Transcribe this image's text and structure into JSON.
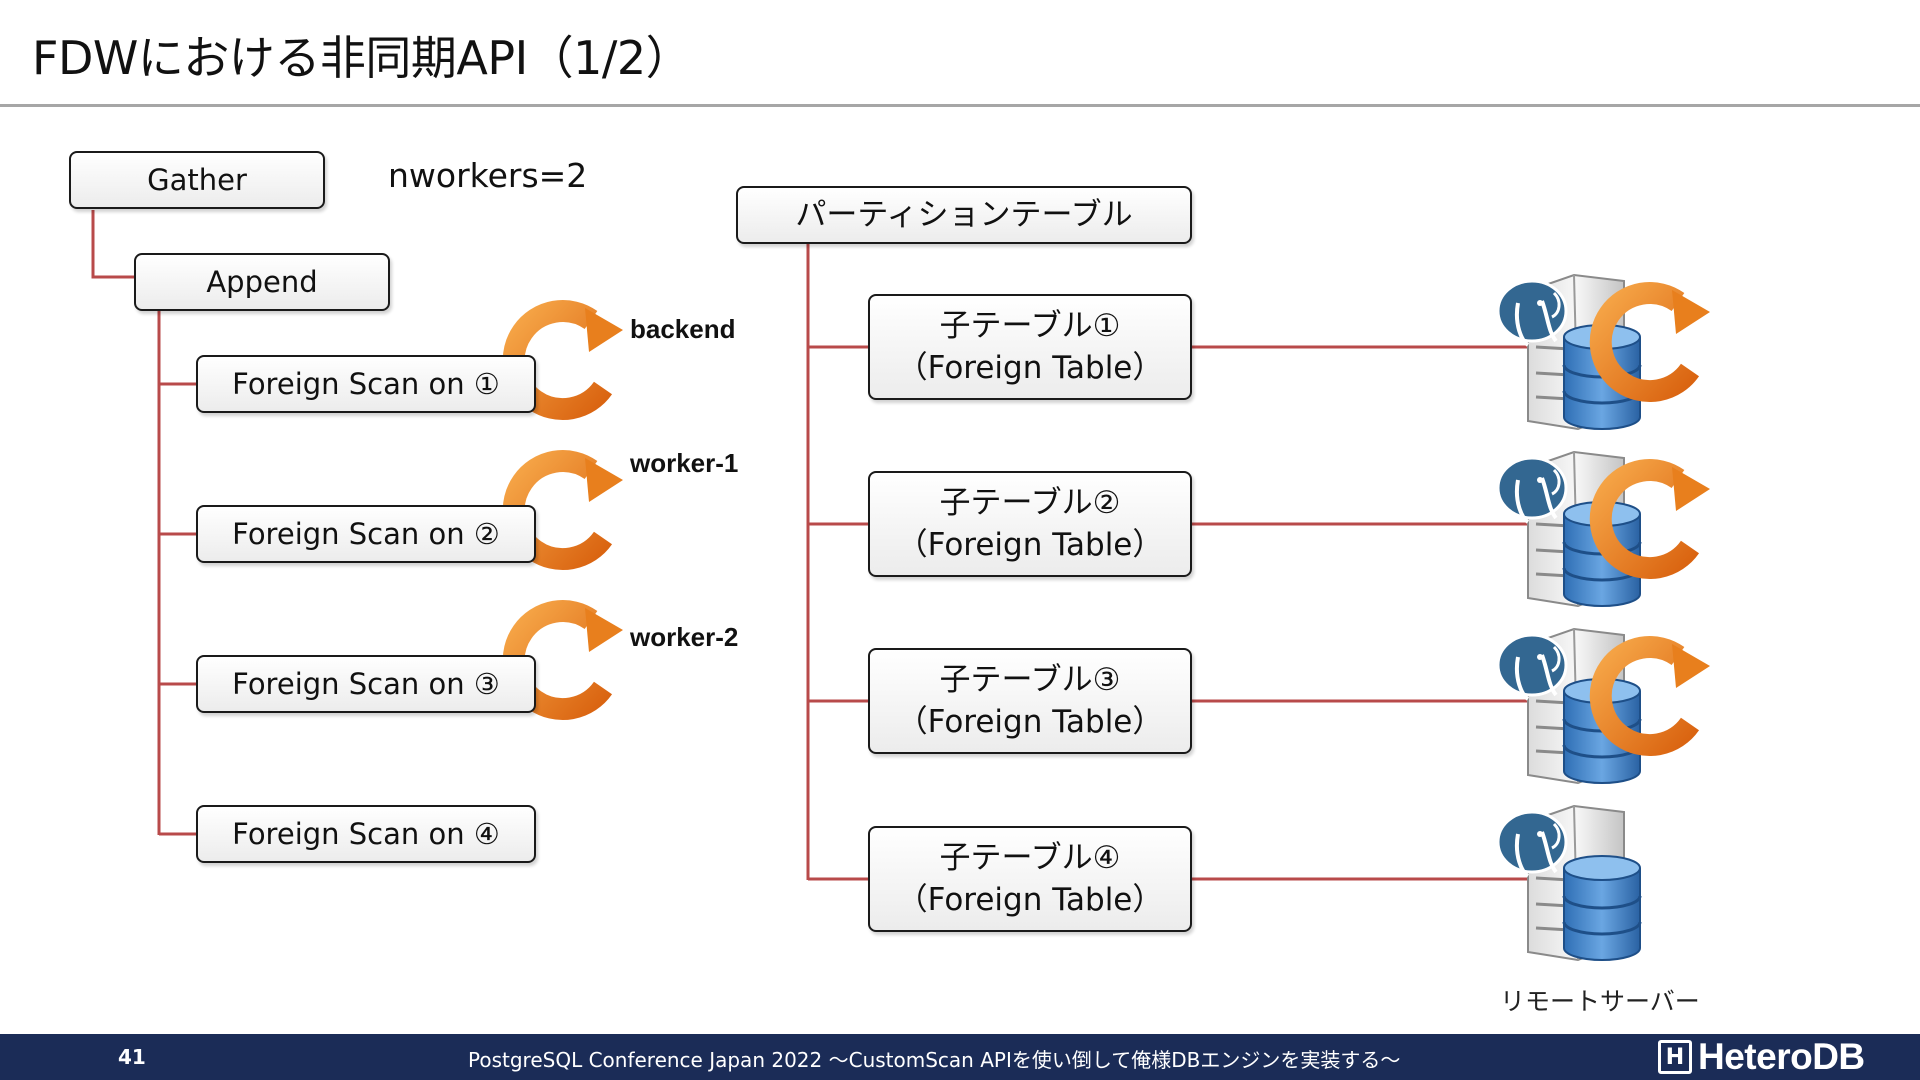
{
  "title": "FDWにおける非同期API（1/2）",
  "plan": {
    "gather": "Gather",
    "nworkers": "nworkers=2",
    "append": "Append",
    "scans": [
      "Foreign Scan on ①",
      "Foreign Scan on ②",
      "Foreign Scan on ③",
      "Foreign Scan on ④"
    ],
    "processes": [
      "backend",
      "worker-1",
      "worker-2"
    ]
  },
  "partition": {
    "parent": "パーティションテーブル",
    "children": [
      {
        "name": "子テーブル①",
        "type": "（Foreign Table）"
      },
      {
        "name": "子テーブル②",
        "type": "（Foreign Table）"
      },
      {
        "name": "子テーブル③",
        "type": "（Foreign Table）"
      },
      {
        "name": "子テーブル④",
        "type": "（Foreign Table）"
      }
    ],
    "remote_label": "リモートサーバー"
  },
  "icons": [
    "async-refresh-icon",
    "postgresql-elephant-icon",
    "server-icon",
    "database-icon"
  ],
  "colors": {
    "connector": "#b84a4a",
    "async_icon": "#e67e22",
    "footer_bg": "#1b2c57"
  },
  "footer": {
    "page": "41",
    "text": "PostgreSQL Conference Japan 2022 ～CustomScan APIを使い倒して俺様DBエンジンを実装する～",
    "brand": "HeteroDB",
    "brand_mark": "H"
  }
}
